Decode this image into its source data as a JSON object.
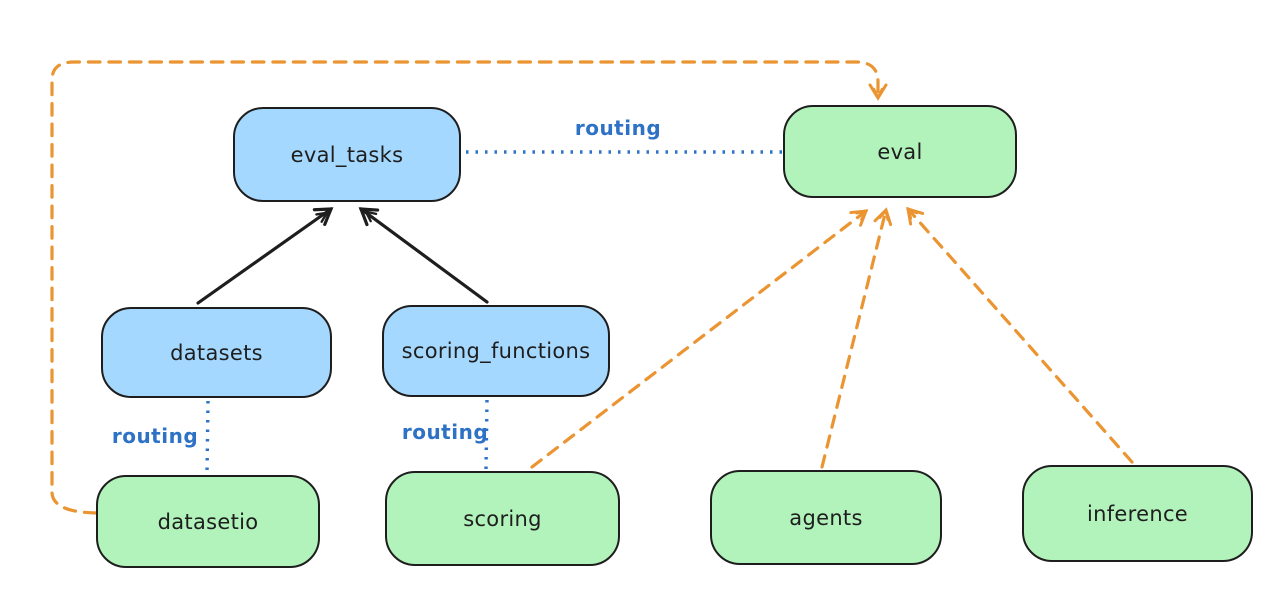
{
  "colors": {
    "background": "#ffffff",
    "node_stroke": "#1e1e1e",
    "text": "#1e1e1e",
    "api_fill": "#a5d8ff",
    "provider_fill": "#b2f2bb",
    "routing_blue": "#2e72c6",
    "provider_orange": "#eb9432"
  },
  "nodes": {
    "eval_tasks": {
      "label": "eval_tasks",
      "kind": "api"
    },
    "eval": {
      "label": "eval",
      "kind": "provider"
    },
    "datasets": {
      "label": "datasets",
      "kind": "api"
    },
    "scoring_functions": {
      "label": "scoring_functions",
      "kind": "api"
    },
    "datasetio": {
      "label": "datasetio",
      "kind": "provider"
    },
    "scoring": {
      "label": "scoring",
      "kind": "provider"
    },
    "agents": {
      "label": "agents",
      "kind": "provider"
    },
    "inference": {
      "label": "inference",
      "kind": "provider"
    }
  },
  "edges": [
    {
      "from": "datasets",
      "to": "eval_tasks",
      "style": "solid_arrow",
      "color": "#1e1e1e"
    },
    {
      "from": "scoring_functions",
      "to": "eval_tasks",
      "style": "solid_arrow",
      "color": "#1e1e1e"
    },
    {
      "from": "eval_tasks",
      "to": "eval",
      "style": "dotted",
      "label": "routing",
      "color": "#2e72c6"
    },
    {
      "from": "datasets",
      "to": "datasetio",
      "style": "dotted",
      "label": "routing",
      "color": "#2e72c6"
    },
    {
      "from": "scoring_functions",
      "to": "scoring",
      "style": "dotted",
      "label": "routing",
      "color": "#2e72c6"
    },
    {
      "from": "datasetio",
      "to": "eval",
      "style": "dashed_arrow",
      "color": "#eb9432"
    },
    {
      "from": "scoring",
      "to": "eval",
      "style": "dashed_arrow",
      "color": "#eb9432"
    },
    {
      "from": "agents",
      "to": "eval",
      "style": "dashed_arrow",
      "color": "#eb9432"
    },
    {
      "from": "inference",
      "to": "eval",
      "style": "dashed_arrow",
      "color": "#eb9432"
    }
  ]
}
